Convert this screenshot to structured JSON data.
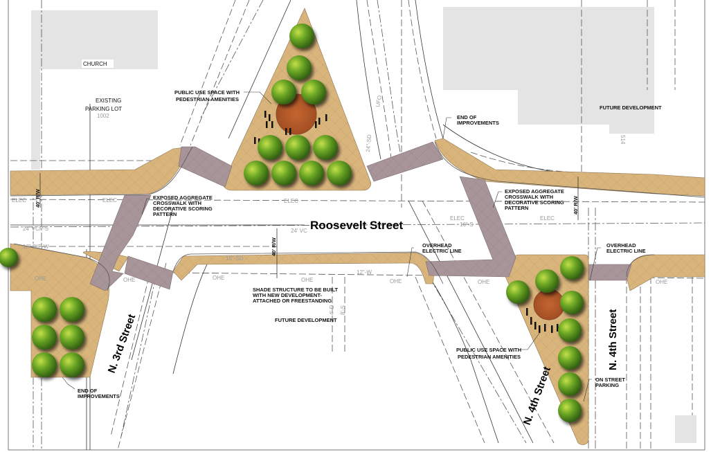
{
  "streets": {
    "roosevelt": "Roosevelt Street",
    "n3rd": "N. 3rd Street",
    "n4th_west": "N. 4th Street",
    "n4th_east": "N. 4th Street"
  },
  "labels": {
    "church": "CHURCH",
    "existing_parking_1": "EXISTING",
    "existing_parking_2": "PARKING LOT",
    "parking_number": "1002",
    "public_use_north_1": "PUBLIC USE SPACE WITH",
    "public_use_north_2": "PEDESTRIAN AMENITIES",
    "future_dev_ne": "FUTURE DEVELOPMENT",
    "ne_number": "514",
    "end_improvements_ne_1": "END OF",
    "end_improvements_ne_2": "IMPROVEMENTS",
    "crosswalk_west_1": "EXPOSED AGGREGATE",
    "crosswalk_west_2": "CROSSWALK WITH",
    "crosswalk_west_3": "DECORATIVE SCORING",
    "crosswalk_west_4": "PATTERN",
    "crosswalk_east_1": "EXPOSED AGGREGATE",
    "crosswalk_east_2": "CROSSWALK WITH",
    "crosswalk_east_3": "DECORATIVE SCORING",
    "crosswalk_east_4": "PATTERN",
    "overhead_center_1": "OVERHEAD",
    "overhead_center_2": "ELECTRIC LINE",
    "overhead_east_1": "OVERHEAD",
    "overhead_east_2": "ELECTRIC LINE",
    "shade_1": "SHADE STRUCTURE TO BE BUILT",
    "shade_2": "WITH NEW DEVELOPMENT-",
    "shade_3": "ATTACHED OR FREESTANDING",
    "future_dev_south": "FUTURE DEVELOPMENT",
    "public_use_se_1": "PUBLIC USE SPACE WITH",
    "public_use_se_2": "PEDESTRIAN AMENITIES",
    "on_street_parking_1": "ON STREET",
    "on_street_parking_2": "PARKING",
    "end_improvements_sw_1": "END OF",
    "end_improvements_sw_2": "IMPROVEMENTS",
    "row_west": "40' R/W",
    "row_center": "40' R/W",
    "row_east": "40' R/W"
  },
  "utilities": {
    "elec": "ELEC",
    "vcp_west": "24' VCP-S",
    "vc_center": "24' VC",
    "dip": "12\" DIP-W",
    "ohe": "OHE",
    "sewer16": "16\"-S",
    "sewer16_south": "16\"-SD",
    "water12": "12\"-W",
    "ufo": "UFO",
    "sd24": "24\"-SD",
    "dim4": "4'-D",
    "dim8": "8'-S"
  },
  "colors": {
    "sidewalk": "#d9b57c",
    "crosswalk": "#a8959a",
    "tree": "#5e9a1e",
    "plaza_circle": "#b75a2a",
    "building": "#e4e4e4"
  }
}
